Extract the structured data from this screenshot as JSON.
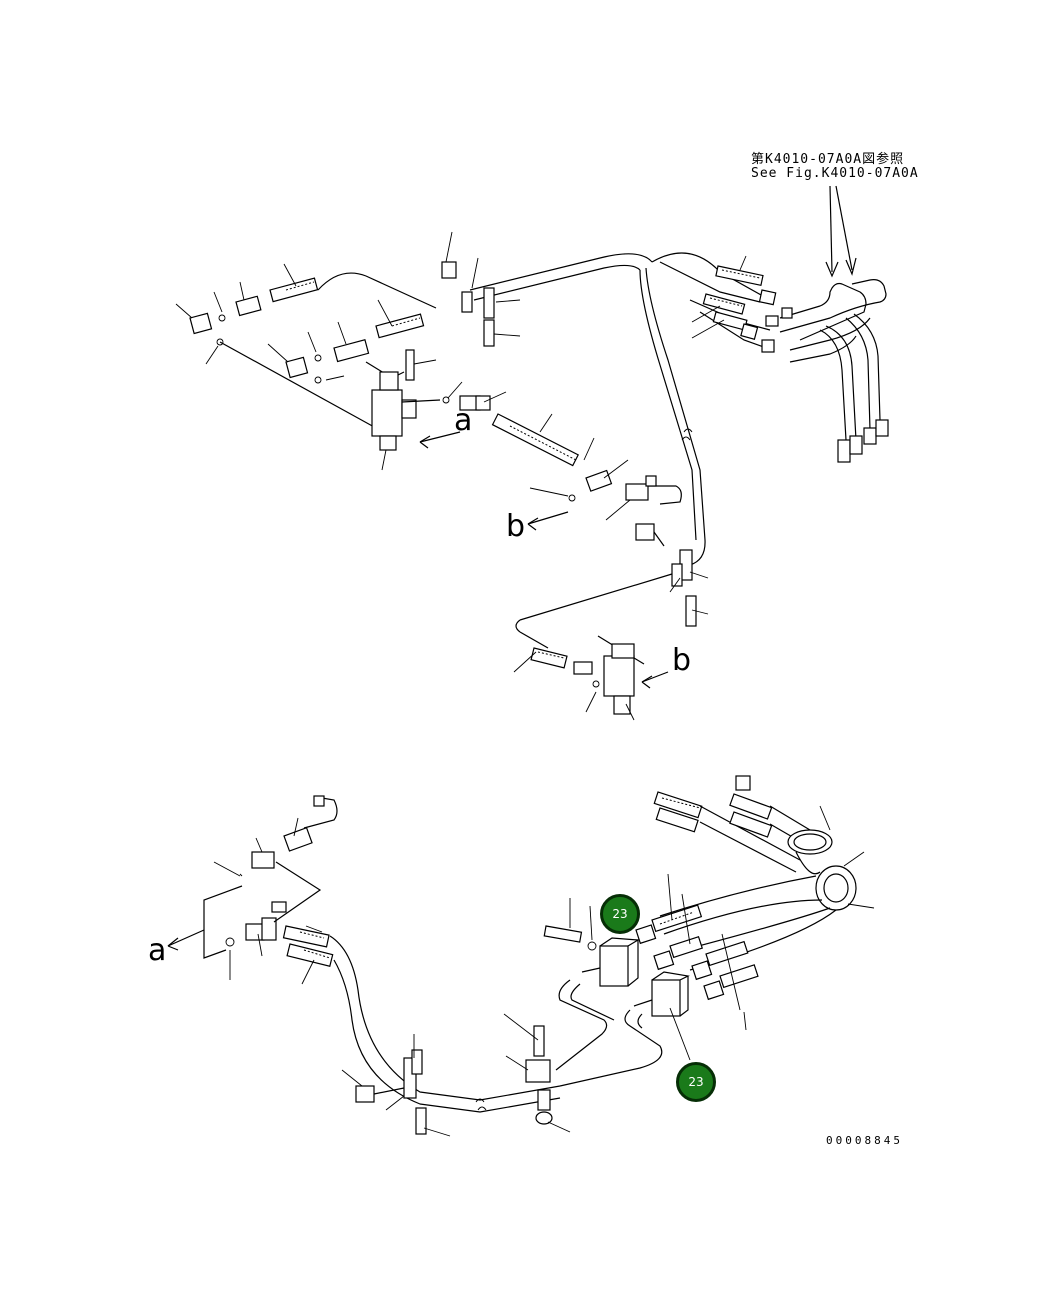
{
  "reference_note": {
    "line_jp": "第K4010-07A0A図参照",
    "line_en": "See Fig.K4010-07A0A"
  },
  "view_labels": {
    "a_upper": "a",
    "b_middle": "b",
    "b_lower": "b",
    "a_bottom": "a"
  },
  "callouts": [
    {
      "label": "23"
    },
    {
      "label": "23"
    }
  ],
  "drawing_number": "00008845",
  "colors": {
    "callout_fill": "#1a7a1a",
    "callout_border": "#062e06",
    "line": "#000000"
  }
}
